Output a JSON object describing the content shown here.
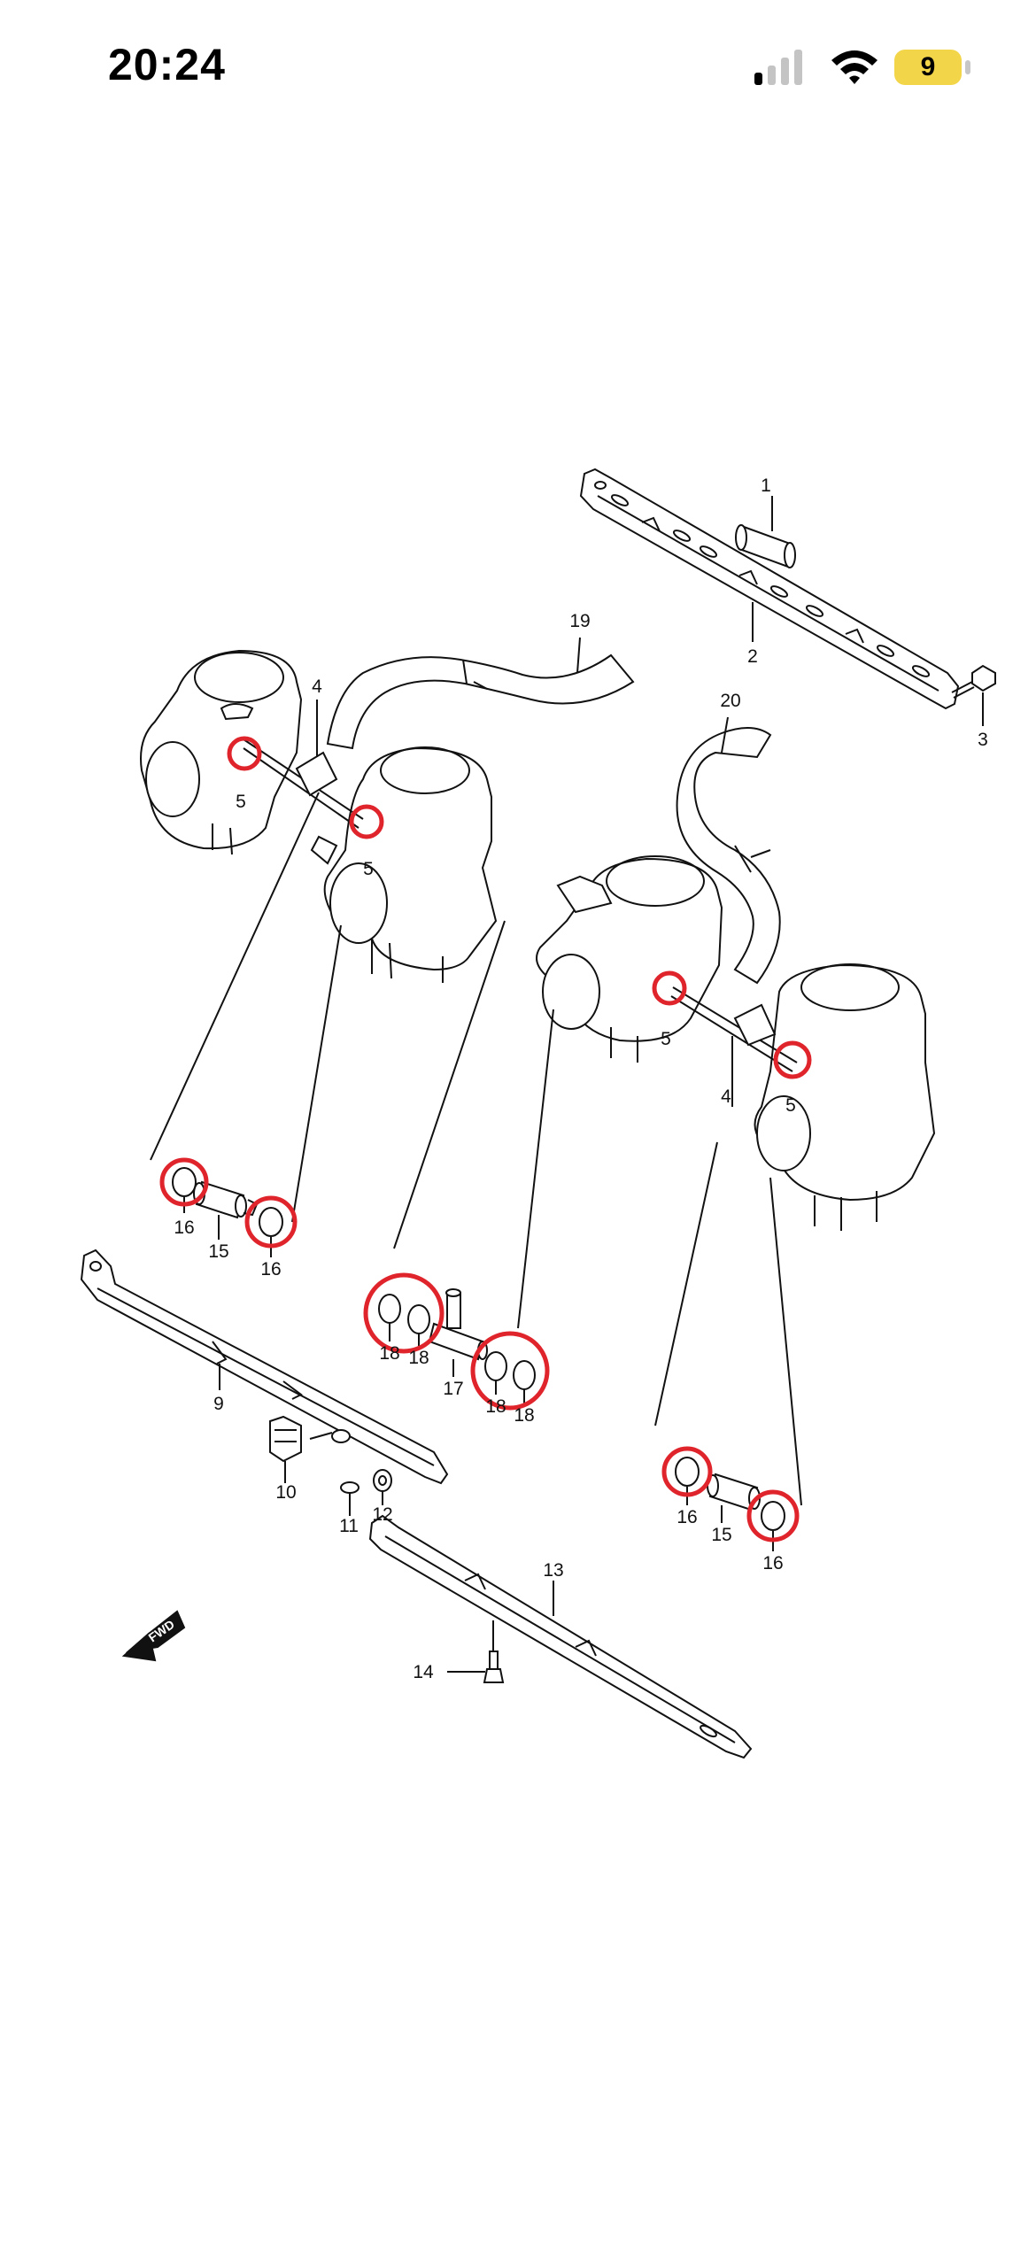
{
  "status_bar": {
    "time": "20:24",
    "battery_level": "9",
    "battery_color": "#f3d54a",
    "icons": [
      "cellular-signal-icon",
      "wifi-icon",
      "battery-icon"
    ]
  },
  "diagram": {
    "highlight_color": "#e0242c",
    "fwd_label": "FWD",
    "part_labels": {
      "p1": "1",
      "p2": "2",
      "p3": "3",
      "p4a": "4",
      "p4b": "4",
      "p5a": "5",
      "p5b": "5",
      "p5c": "5",
      "p5d": "5",
      "p9": "9",
      "p10": "10",
      "p11": "11",
      "p12": "12",
      "p13": "13",
      "p14": "14",
      "p15a": "15",
      "p15b": "15",
      "p16a": "16",
      "p16b": "16",
      "p16c": "16",
      "p16d": "16",
      "p17": "17",
      "p18a": "18",
      "p18b": "18",
      "p18c": "18",
      "p18d": "18",
      "p19": "19",
      "p20": "20"
    }
  }
}
